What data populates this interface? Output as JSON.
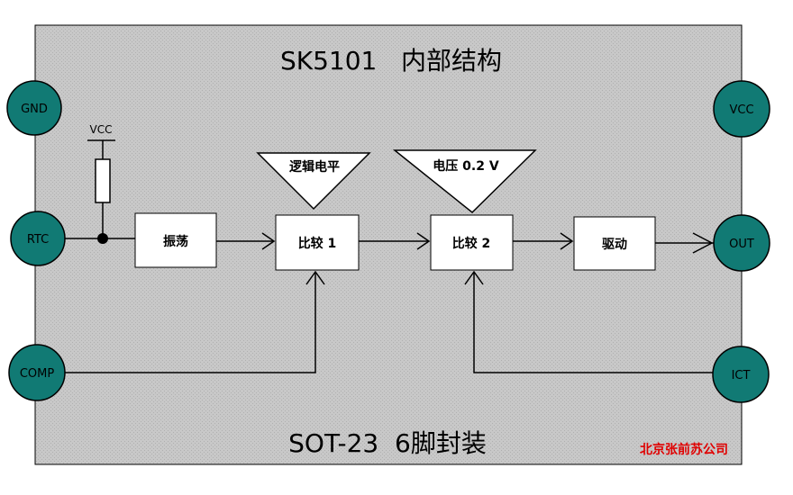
{
  "title": "SK5101   内部结构",
  "package_label": "SOT-23  6脚封装",
  "company": "北京张前苏公司",
  "vcc_label": "VCC",
  "pins": {
    "gnd": "GND",
    "rtc": "RTC",
    "comp": "COMP",
    "vcc": "VCC",
    "out": "OUT",
    "ict": "ICT"
  },
  "blocks": {
    "oscillator": "振荡",
    "comparator1": "比较 1",
    "comparator2": "比较 2",
    "driver": "驱动"
  },
  "references": {
    "logic_level": "逻辑电平",
    "voltage_ref": "电压 0.2 V"
  },
  "colors": {
    "panel": "#c8c8c8",
    "pin": "#117a74",
    "company_text": "#e00000"
  }
}
